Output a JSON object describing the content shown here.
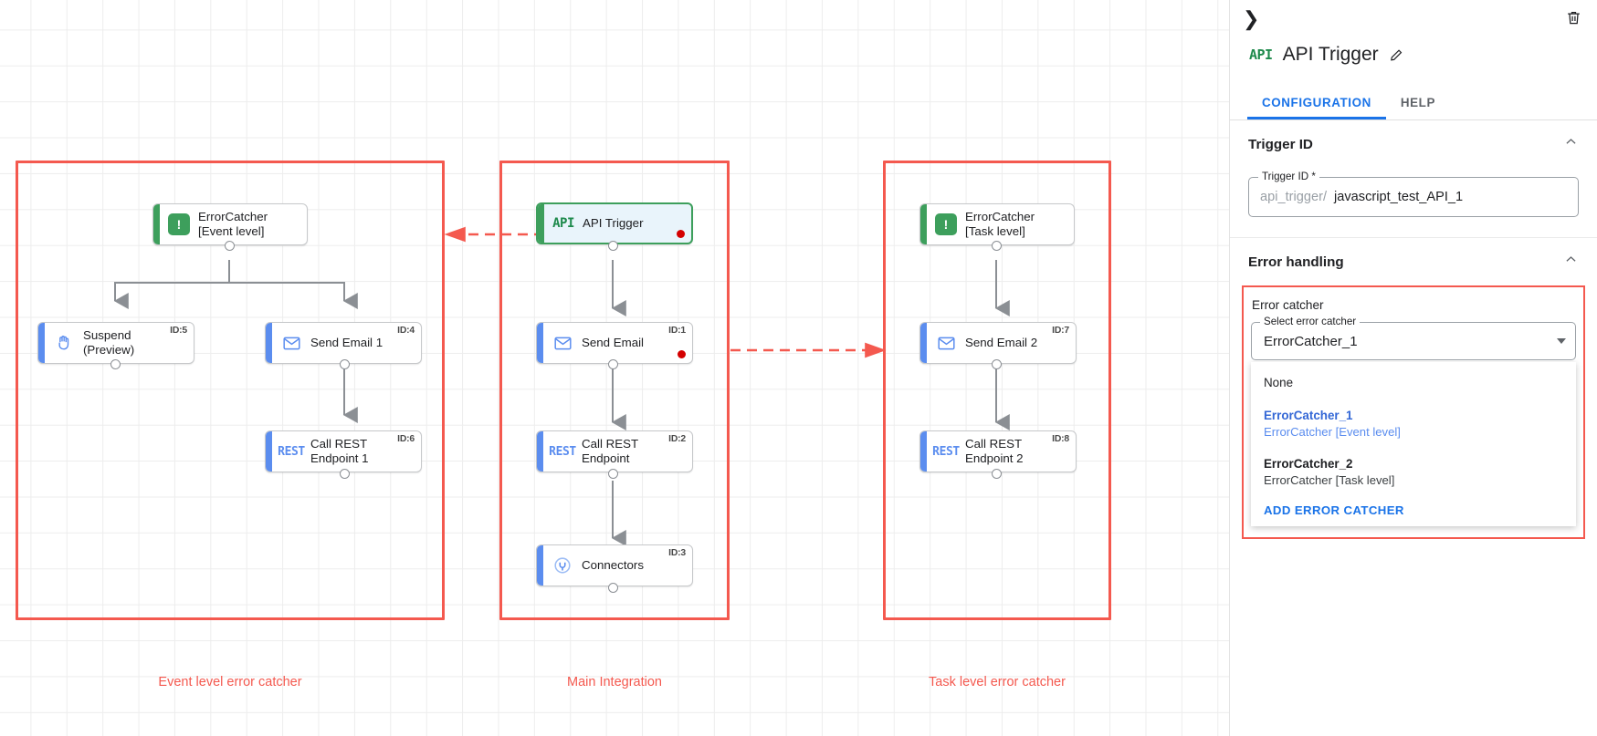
{
  "canvas": {
    "groups": [
      {
        "id": "event-level",
        "label": "Event level error catcher"
      },
      {
        "id": "main-integration",
        "label": "Main Integration"
      },
      {
        "id": "task-level",
        "label": "Task level error catcher"
      }
    ],
    "nodes": [
      {
        "key": "errorcatcher_event",
        "label": "ErrorCatcher\n[Event level]",
        "icon": "error-catcher-icon",
        "id_label": "",
        "style": "green"
      },
      {
        "key": "suspend",
        "label": "Suspend\n(Preview)",
        "icon": "hand-icon",
        "id_label": "ID:5",
        "style": "blue"
      },
      {
        "key": "send_email_1",
        "label": "Send Email 1",
        "icon": "envelope-icon",
        "id_label": "ID:4",
        "style": "blue"
      },
      {
        "key": "call_rest_1",
        "label": "Call REST\nEndpoint 1",
        "icon": "rest-icon",
        "id_label": "ID:6",
        "style": "blue"
      },
      {
        "key": "api_trigger",
        "label": "API Trigger",
        "icon": "api-icon",
        "id_label": "",
        "style": "selected"
      },
      {
        "key": "send_email",
        "label": "Send Email",
        "icon": "envelope-icon",
        "id_label": "ID:1",
        "style": "blue"
      },
      {
        "key": "call_rest",
        "label": "Call REST\nEndpoint",
        "icon": "rest-icon",
        "id_label": "ID:2",
        "style": "blue"
      },
      {
        "key": "connectors",
        "label": "Connectors",
        "icon": "connectors-icon",
        "id_label": "ID:3",
        "style": "blue"
      },
      {
        "key": "errorcatcher_task",
        "label": "ErrorCatcher\n[Task level]",
        "icon": "error-catcher-icon",
        "id_label": "",
        "style": "green"
      },
      {
        "key": "send_email_2",
        "label": "Send Email 2",
        "icon": "envelope-icon",
        "id_label": "ID:7",
        "style": "blue"
      },
      {
        "key": "call_rest_2",
        "label": "Call REST\nEndpoint 2",
        "icon": "rest-icon",
        "id_label": "ID:8",
        "style": "blue"
      }
    ]
  },
  "panel": {
    "title": "API Trigger",
    "icon": "api-icon",
    "collapse_icon": "chevron-right-icon",
    "delete_icon": "trash-icon",
    "edit_icon": "pencil-icon",
    "tabs": [
      {
        "key": "configuration",
        "label": "CONFIGURATION",
        "active": true
      },
      {
        "key": "help",
        "label": "HELP",
        "active": false
      }
    ],
    "trigger_id_section": {
      "title": "Trigger ID",
      "field_label": "Trigger ID *",
      "prefix": "api_trigger/",
      "value": "javascript_test_API_1"
    },
    "error_handling_section": {
      "title": "Error handling",
      "caption": "Error catcher",
      "select_label": "Select error catcher",
      "selected_value": "ErrorCatcher_1",
      "options": [
        {
          "primary": "None",
          "secondary": "",
          "selected": false
        },
        {
          "primary": "ErrorCatcher_1",
          "secondary": "ErrorCatcher [Event level]",
          "selected": true
        },
        {
          "primary": "ErrorCatcher_2",
          "secondary": "ErrorCatcher [Task level]",
          "selected": false
        }
      ],
      "action_label": "ADD ERROR CATCHER"
    }
  },
  "colors": {
    "accent_blue": "#1a73e8",
    "group_red": "#f4594f",
    "node_blue": "#5b8def",
    "node_green": "#3d9f5c",
    "error_dot": "#d40000"
  }
}
